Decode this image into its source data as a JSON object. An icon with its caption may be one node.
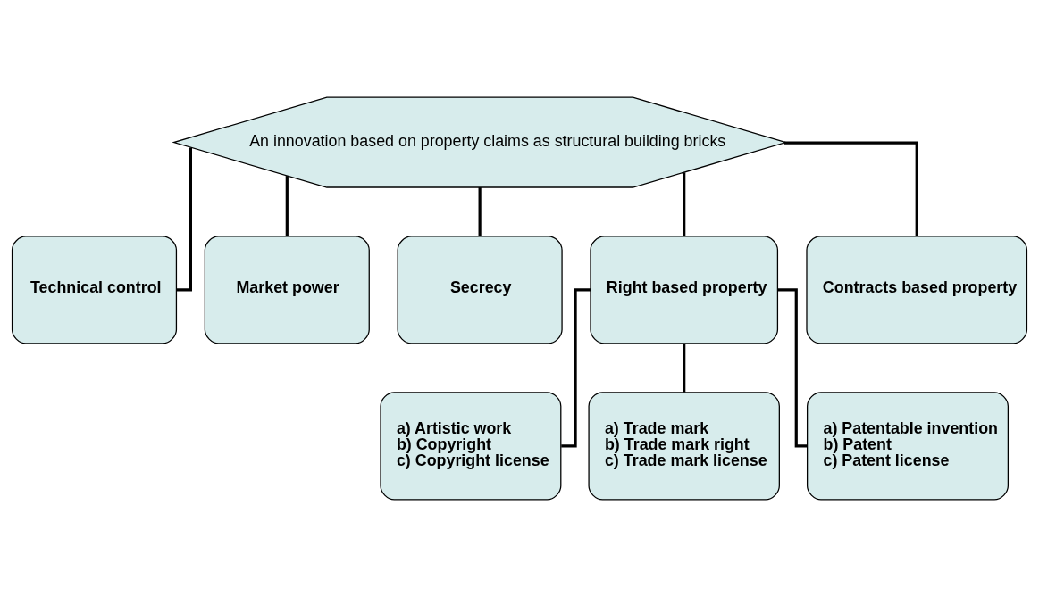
{
  "diagram": {
    "nodes": [
      {
        "text": [
          "An innovation based on property claims as structural building bricks"
        ]
      },
      {
        "text": [
          "Technical control"
        ]
      },
      {
        "text": [
          "Market power"
        ]
      },
      {
        "text": [
          "Secrecy"
        ]
      },
      {
        "text": [
          "Right based property"
        ]
      },
      {
        "text": [
          "Contracts based property"
        ]
      },
      {
        "text": [
          "a) Artistic work",
          "b) Copyright",
          "c) Copyright license"
        ]
      },
      {
        "text": [
          "a) Trade mark",
          "b) Trade mark right",
          "c) Trade mark license"
        ]
      },
      {
        "text": [
          "a) Patentable invention",
          "b) Patent",
          "c) Patent license"
        ]
      }
    ],
    "edges": [
      {
        "from": 0,
        "to": 1,
        "arrow": "none"
      },
      {
        "from": 0,
        "to": 2,
        "arrow": "none"
      },
      {
        "from": 0,
        "to": 3,
        "arrow": "none"
      },
      {
        "from": 0,
        "to": 4,
        "arrow": "none"
      },
      {
        "from": 0,
        "to": 5,
        "arrow": "none"
      },
      {
        "from": 4,
        "to": 6,
        "arrow": "none"
      },
      {
        "from": 4,
        "to": 7,
        "arrow": "none"
      },
      {
        "from": 4,
        "to": 8,
        "arrow": "none"
      }
    ]
  }
}
